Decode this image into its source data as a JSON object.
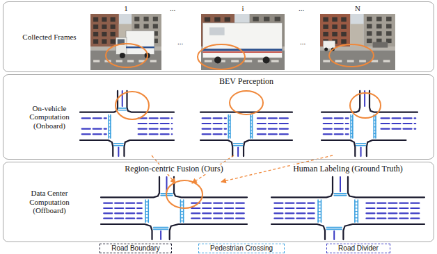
{
  "diagram": {
    "nodes": [
      {
        "text": [
          "Collected Frames"
        ]
      },
      {
        "text": [
          "1"
        ],
        "in": 0
      },
      {
        "text": [
          "i"
        ],
        "in": 0
      },
      {
        "text": [
          "N"
        ],
        "in": 0
      },
      {
        "text": [
          "On-vehicle Computation (Onboard)",
          "BEV Perception"
        ]
      },
      {
        "text": [
          "Data Center Computation (Offboard)"
        ]
      },
      {
        "text": [
          "Region-centric Fusion (Ours)"
        ],
        "in": 5
      },
      {
        "text": [
          "Human Labeling (Ground Truth)"
        ],
        "in": 5
      }
    ],
    "labels": [
      "...",
      "...",
      "...",
      "..."
    ],
    "legend": [
      {
        "text": "Road Boundary",
        "color": "#1a1a2e"
      },
      {
        "text": "Pedestrian Crossing",
        "color": "#3aa0e0"
      },
      {
        "text": "Road Divider",
        "color": "#3a3ac4"
      }
    ]
  }
}
